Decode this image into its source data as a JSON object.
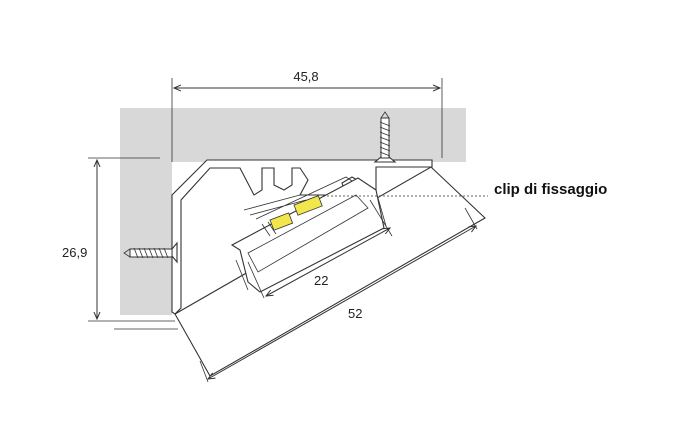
{
  "dimensions": {
    "top_width": "45,8",
    "left_height": "26,9",
    "inner_width": "22",
    "diagonal_width": "52"
  },
  "callout": {
    "label": "clip di fissaggio"
  },
  "colors": {
    "wall": "#d8d8d8",
    "led_strip": "#f2e64d",
    "line": "#333333"
  },
  "icons": [
    "screw-icon-top",
    "screw-icon-left"
  ]
}
